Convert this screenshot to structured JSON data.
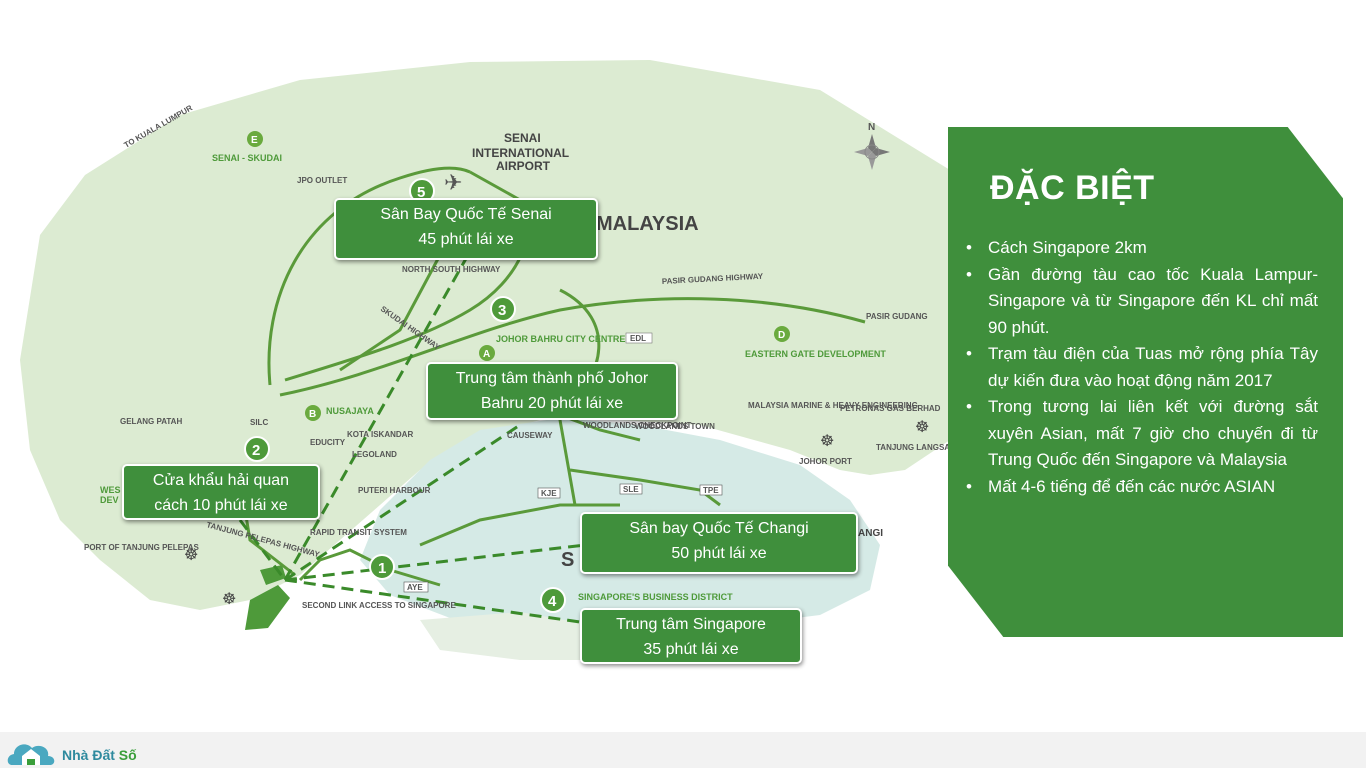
{
  "map": {
    "country_label": "MALAYSIA",
    "airport_label": [
      "SENAI",
      "INTERNATIONAL",
      "AIRPORT"
    ],
    "zones": [
      {
        "letter": "E",
        "name": "SENAI - SKUDAI"
      },
      {
        "letter": "A",
        "name": "JOHOR BAHRU CITY CENTRE"
      },
      {
        "letter": "B",
        "name": "NUSAJAYA"
      },
      {
        "letter": "D",
        "name": "EASTERN GATE DEVELOPMENT"
      }
    ],
    "numbers": [
      "5",
      "3",
      "2",
      "1",
      "4"
    ],
    "place_labels": {
      "to_kl": "TO KUALA LUMPUR",
      "jpo": "JPO OUTLET",
      "north_south": "NORTH SOUTH HIGHWAY",
      "skudai_hwy": "SKUDAI HIGHWAY",
      "pasir_gudang_hwy": "PASIR GUDANG HIGHWAY",
      "pasir_gudang": "PASIR GUDANG",
      "edl": "EDL",
      "gelang_patah": "GELANG PATAH",
      "silc": "SILC",
      "educity": "EDUCITY",
      "kota_iskandar": "KOTA ISKANDAR",
      "legoland": "LEGOLAND",
      "puteri_harbour": "PUTERI HARBOUR",
      "causeway": "CAUSEWAY",
      "woodlands_checkpoint": "WOODLANDS CHECKPOINT",
      "woodlands_town": "WOODLANDS TOWN",
      "malaysia_marine": "MALAYSIA MARINE & HEAVY ENGINEERING",
      "petronas": "PETRONAS GAS BERHAD",
      "johor_port": "JOHOR PORT",
      "tanjung_langsat": "TANJUNG LANGSAT PORT",
      "port_tanjung_pelepas": "PORT OF TANJUNG PELEPAS",
      "tanjung_pelepas_hwy": "TANJUNG PELEPAS HIGHWAY",
      "rapid_transit": "RAPID TRANSIT SYSTEM",
      "second_link": "SECOND LINK ACCESS TO SINGAPORE",
      "sg_business": "SINGAPORE'S BUSINESS DISTRICT",
      "sg_letter": "S",
      "changi_frag": "ANGI",
      "west_frag": "WES",
      "dev_frag": "DEV",
      "kje": "KJE",
      "sle": "SLE",
      "tpe": "TPE",
      "aye": "AYE",
      "compass_n": "N"
    }
  },
  "callouts": {
    "senai": [
      "Sân Bay Quốc Tế Senai",
      "45 phút lái xe"
    ],
    "johor": [
      "Trung tâm thành phố Johor",
      "Bahru 20 phút lái xe"
    ],
    "customs": [
      "Cửa khẩu hải quan",
      "cách 10 phút lái xe"
    ],
    "changi": [
      "Sân bay Quốc Tế Changi",
      "50 phút lái xe"
    ],
    "singapore": [
      "Trung tâm Singapore",
      "35 phút lái xe"
    ]
  },
  "panel": {
    "title": "ĐẶC BIỆT",
    "items": [
      "Cách Singapore 2km",
      "Gần đường tàu cao tốc Kuala Lampur-Singapore và từ Singapore đến KL chỉ mất 90 phút.",
      "Trạm tàu điện của Tuas mở rộng phía Tây dự kiến đưa vào hoạt động năm 2017",
      "Trong tương lai liên kết với đường sắt xuyên Asian, mất 7 giờ cho chuyến đi từ Trung Quốc đến Singapore và Malaysia",
      "Mất 4-6 tiếng để đến các nước ASIAN"
    ]
  },
  "logo": {
    "text_a": "Nhà Đất ",
    "text_b": "Số"
  },
  "colors": {
    "green": "#3f8f3c",
    "land": "#dcebd2",
    "singapore": "#d6ebe6",
    "road": "#5a9a3a"
  }
}
